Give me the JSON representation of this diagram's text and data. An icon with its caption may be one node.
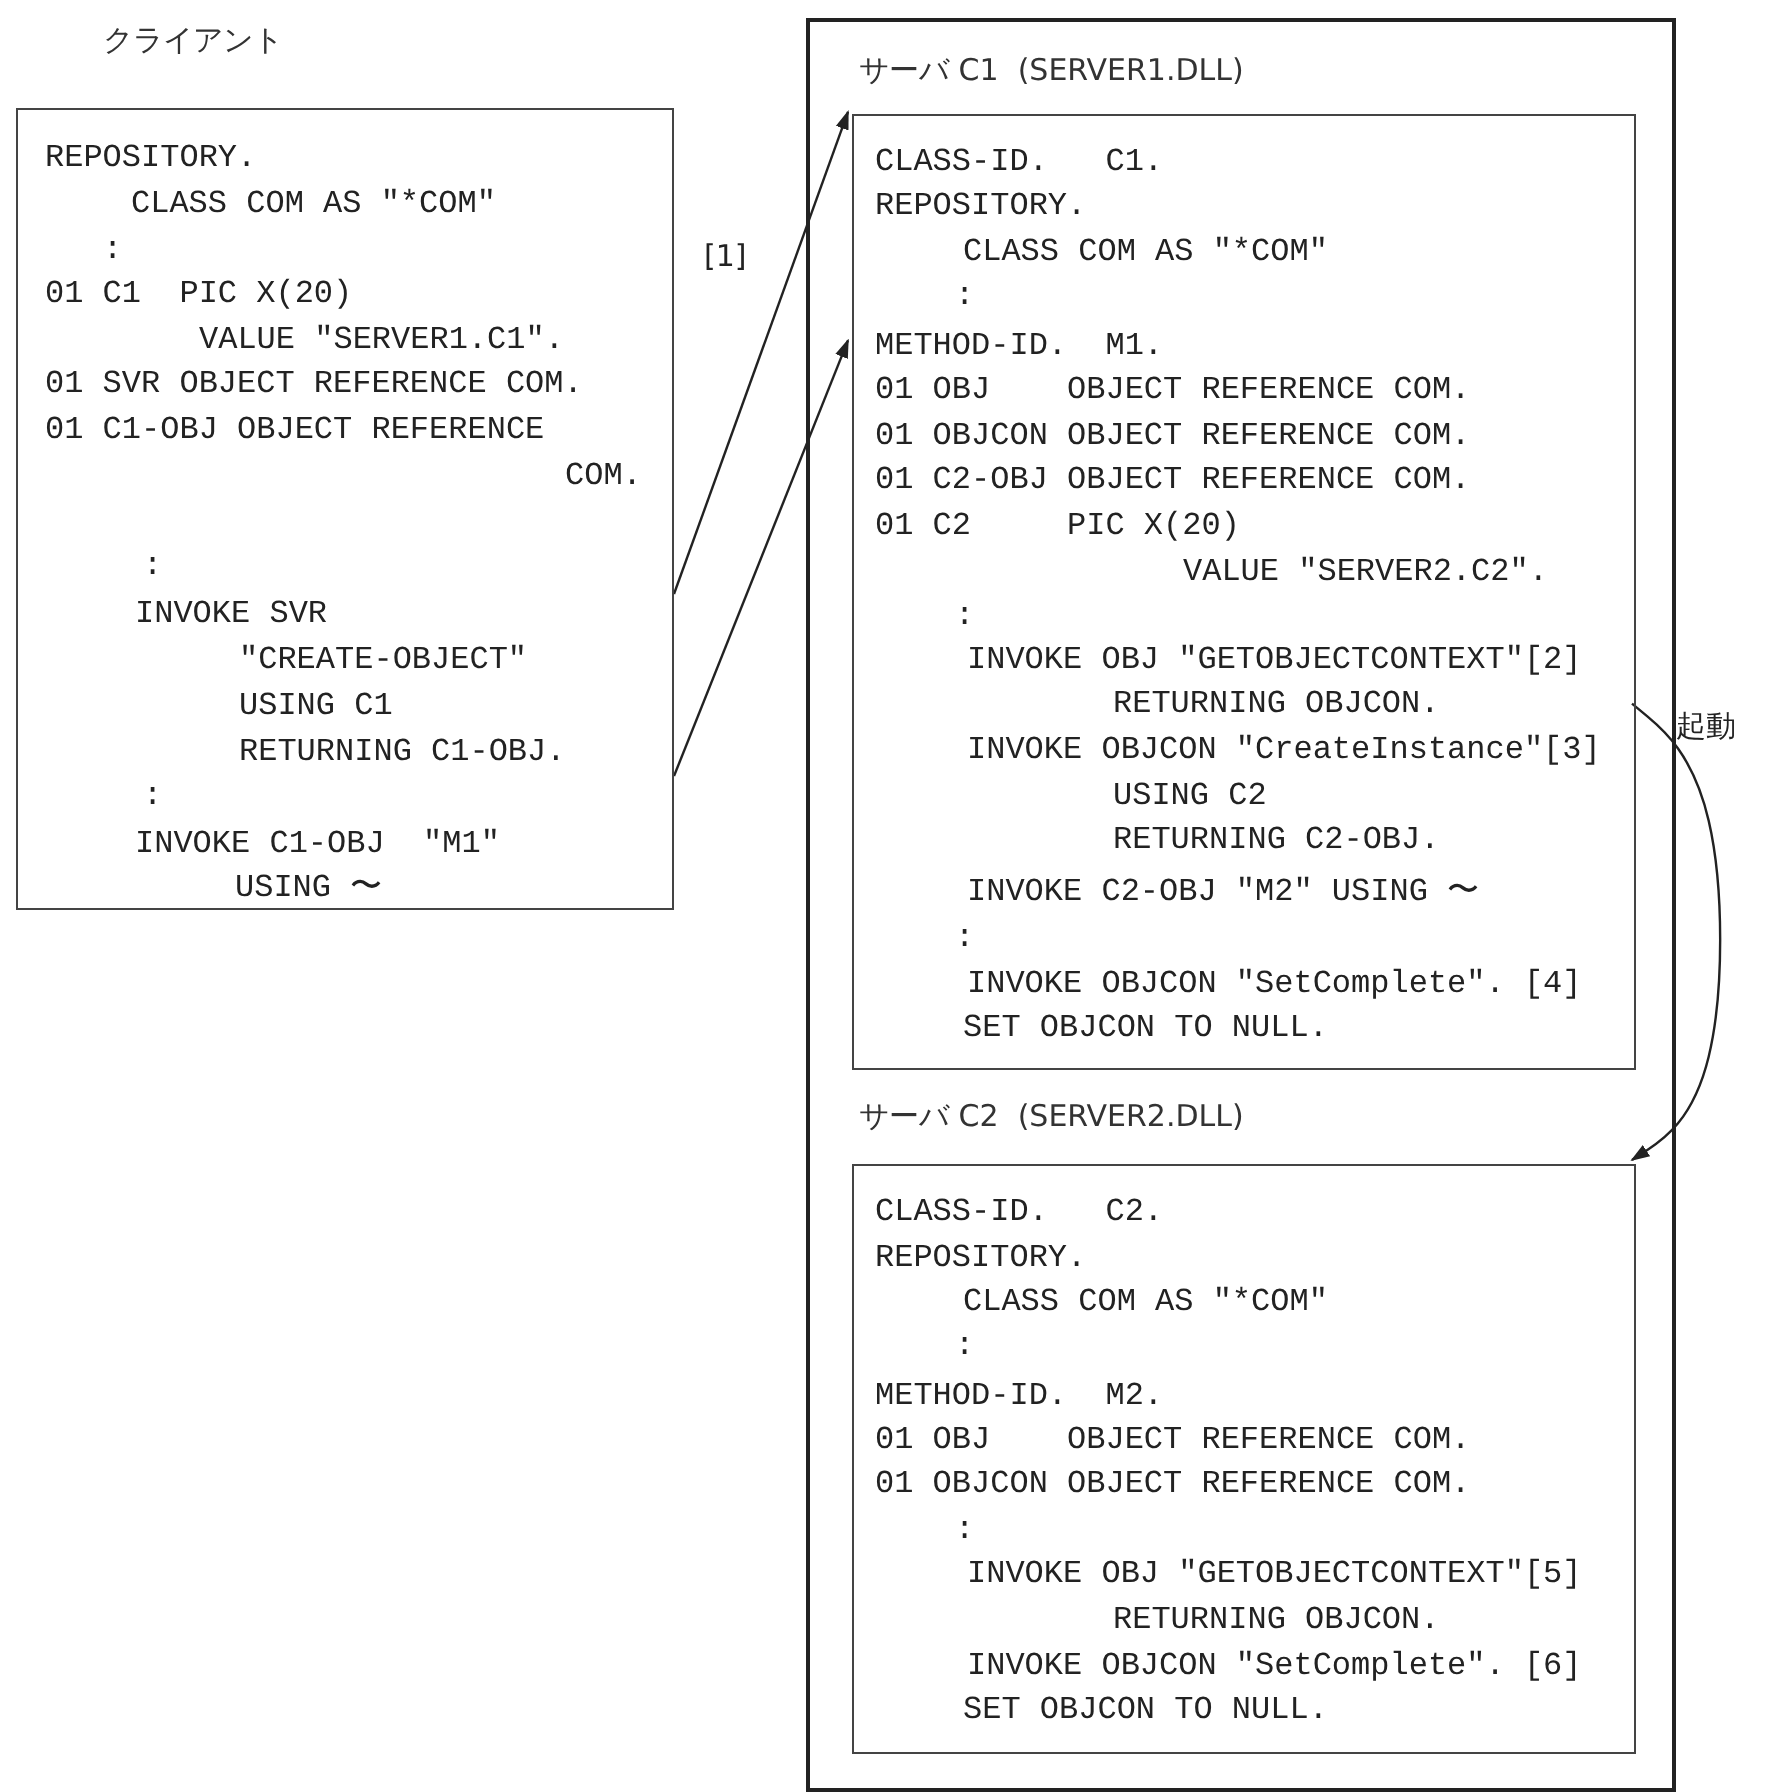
{
  "diagram": {
    "nodes": [
      {
        "text": [
          "クライアント",
          "REPOSITORY.",
          "CLASS COM AS \"*COM\"",
          ":",
          "01 C1  PIC X(20)",
          "VALUE \"SERVER1.C1\".",
          "01 SVR OBJECT REFERENCE COM.",
          "01 C1-OBJ OBJECT REFERENCE",
          "COM.",
          ":",
          "INVOKE SVR",
          "\"CREATE-OBJECT\"",
          "USING C1",
          "RETURNING C1-OBJ.",
          ":",
          "INVOKE C1-OBJ  \"M1\"",
          "USING 〜"
        ]
      },
      {
        "text": [],
        "shape": "box"
      },
      {
        "text": [
          "サーバ C1  (SERVER1.DLL)",
          "CLASS-ID.   C1.",
          "REPOSITORY.",
          "CLASS COM AS \"*COM\"",
          ":",
          "METHOD-ID.  M1.",
          "01 OBJ    OBJECT REFERENCE COM.",
          "01 OBJCON OBJECT REFERENCE COM.",
          "01 C2-OBJ OBJECT REFERENCE COM.",
          "01 C2     PIC X(20)",
          "VALUE \"SERVER2.C2\".",
          ":",
          "INVOKE OBJ \"GETOBJECTCONTEXT\"[2]",
          "RETURNING OBJCON.",
          "INVOKE OBJCON \"CreateInstance\"[3]",
          "USING C2",
          "RETURNING C2-OBJ.",
          "INVOKE C2-OBJ \"M2\" USING 〜",
          ":",
          "INVOKE OBJCON \"SetComplete\". [4]",
          "SET OBJCON TO NULL."
        ],
        "in": 1
      },
      {
        "text": [
          "サーバ C2  (SERVER2.DLL)",
          "CLASS-ID.   C2.",
          "REPOSITORY.",
          "CLASS COM AS \"*COM\"",
          ":",
          "METHOD-ID.  M2.",
          "01 OBJ    OBJECT REFERENCE COM.",
          "01 OBJCON OBJECT REFERENCE COM.",
          ":",
          "INVOKE OBJ \"GETOBJECTCONTEXT\"[5]",
          "RETURNING OBJCON.",
          "INVOKE OBJCON \"SetComplete\". [6]",
          "SET OBJCON TO NULL."
        ],
        "in": 1
      }
    ],
    "edges": [
      {
        "from": 0,
        "to": 2,
        "arrow": "to",
        "label": "[1]"
      },
      {
        "from": 0,
        "to": 2,
        "arrow": "to"
      },
      {
        "from": 2,
        "to": 3,
        "arrow": "to",
        "label": "起動"
      }
    ]
  }
}
